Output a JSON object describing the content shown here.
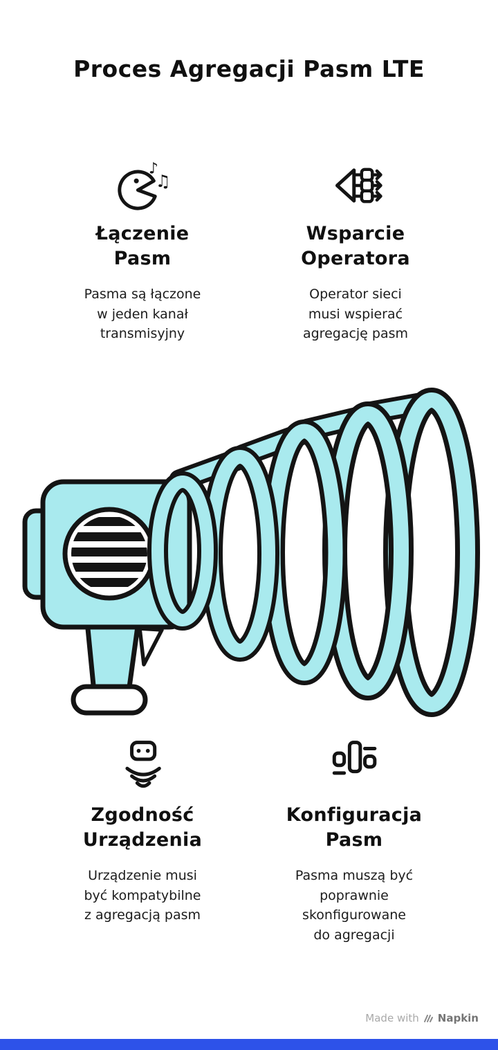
{
  "title": "Proces Agregacji Pasm LTE",
  "quadrants": [
    {
      "id": "laczenie-pasm",
      "icon": "face-music-notes-icon",
      "heading": "Łączenie\nPasm",
      "description": "Pasma są łączone\nw jeden kanał\ntransmisyjny"
    },
    {
      "id": "wsparcie-operatora",
      "icon": "operator-flow-icon",
      "heading": "Wsparcie\nOperatora",
      "description": "Operator sieci\nmusi wspierać\nagregację pasm"
    },
    {
      "id": "zgodnosc-urzadzenia",
      "icon": "device-signal-waves-icon",
      "heading": "Zgodność\nUrządzenia",
      "description": "Urządzenie musi\nbyć kompatybilne\nz agregacją pasm"
    },
    {
      "id": "konfiguracja-pasm",
      "icon": "bars-config-icon",
      "heading": "Konfiguracja\nPasm",
      "description": "Pasma muszą być\npoprawnie\nskonfigurowane\ndo agregacji"
    }
  ],
  "illustration": {
    "name": "megaphone-spiral-illustration",
    "fill_color": "#A9EAEE",
    "outline_color": "#141414"
  },
  "notes_glyphs": {
    "note1": "♪",
    "note2": "♫"
  },
  "watermark": {
    "prefix": "Made with",
    "brand": "Napkin"
  },
  "footer_bar_color": "#2D52E9"
}
